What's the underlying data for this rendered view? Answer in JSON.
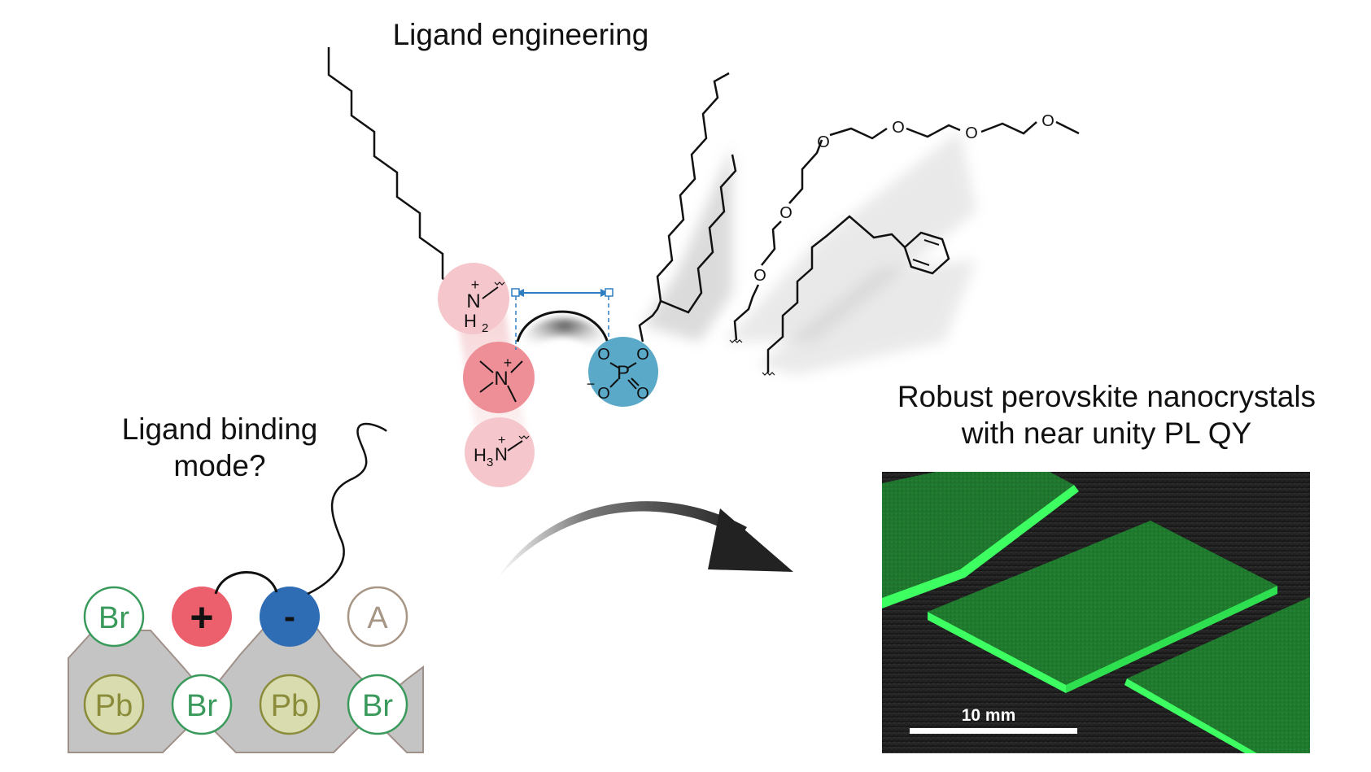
{
  "titles": {
    "ligand_engineering": "Ligand engineering",
    "binding_line1": "Ligand binding",
    "binding_line2": "mode?",
    "robust_line1": "Robust perovskite nanocrystals",
    "robust_line2": "with near unity PL QY"
  },
  "lattice": {
    "top_row": [
      "Br",
      "+",
      "-",
      "A"
    ],
    "bottom_row": [
      "Pb",
      "Br",
      "Pb",
      "Br"
    ]
  },
  "atoms": {
    "nitrogen": "N",
    "charge_plus": "+",
    "charge_minus": "−",
    "hydrogen": "H",
    "sub_2": "2",
    "sub_3": "3",
    "phosphorus": "P",
    "oxygen": "O"
  },
  "photo": {
    "scale_label": "10 mm"
  },
  "colors": {
    "bromide_green": "#3a9a5c",
    "lead_fill": "#d8dcae",
    "lead_text": "#8a8c3a",
    "cation_red": "#ec5f6c",
    "anion_blue": "#2e6db4",
    "a_site_brown": "#a79685",
    "phosphonate_blue": "#5aa9c8",
    "ammonium_pink": "#f5c6cb",
    "quaternary_pink": "#ee8f98",
    "lattice_gray": "#c4c4c4",
    "nc_green": "#3dff62"
  }
}
